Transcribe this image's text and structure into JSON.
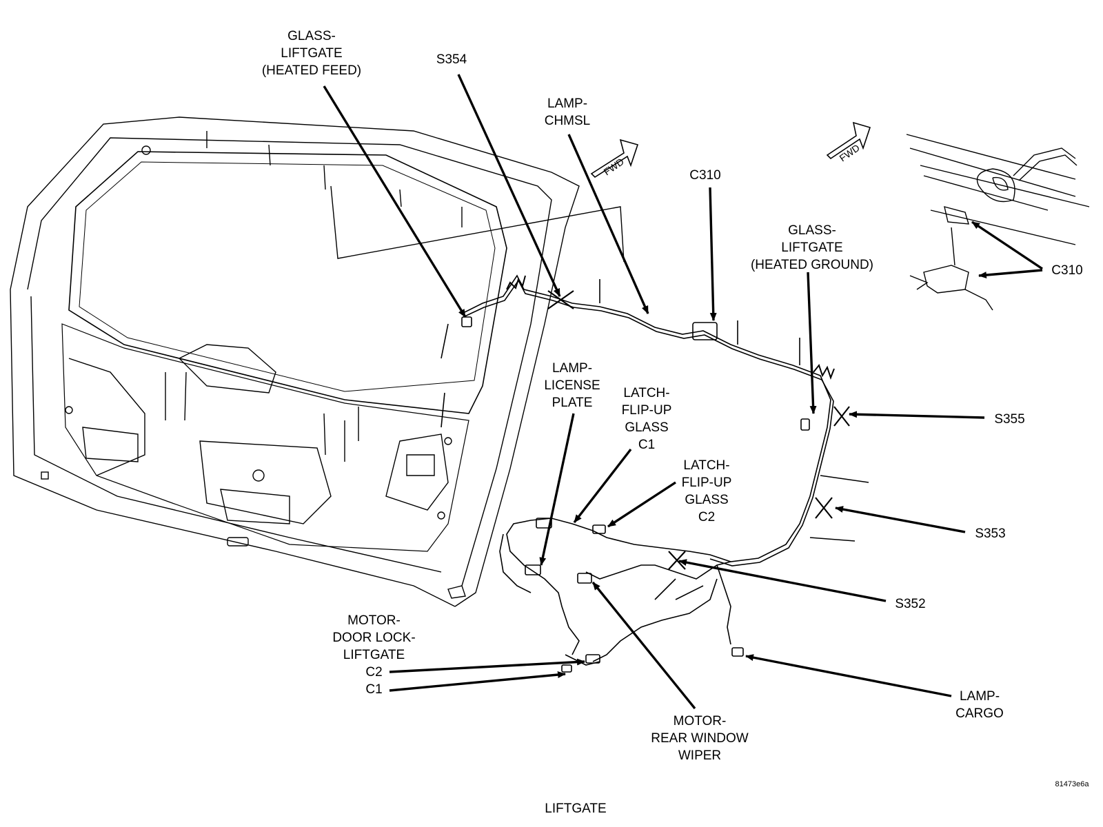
{
  "labels": {
    "glass_heated_feed": "GLASS-\nLIFTGATE\n(HEATED FEED)",
    "s354": "S354",
    "lamp_chmsl": "LAMP-\nCHMSL",
    "c310": "C310",
    "glass_heated_ground": "GLASS-\nLIFTGATE\n(HEATED GROUND)",
    "c310_detail": "C310",
    "s355": "S355",
    "lamp_license_plate": "LAMP-\nLICENSE\nPLATE",
    "latch_c1": "LATCH-\nFLIP-UP\nGLASS\nC1",
    "latch_c2": "LATCH-\nFLIP-UP\nGLASS\nC2",
    "s353": "S353",
    "s352": "S352",
    "motor_door_lock": "MOTOR-\nDOOR LOCK-\nLIFTGATE\nC2\nC1",
    "lamp_cargo": "LAMP-\nCARGO",
    "motor_wiper": "MOTOR-\nREAR WINDOW\nWIPER",
    "fwd_1": "FWD",
    "fwd_2": "FWD"
  },
  "figure_id": "81473e6a",
  "caption": "LIFTGATE"
}
